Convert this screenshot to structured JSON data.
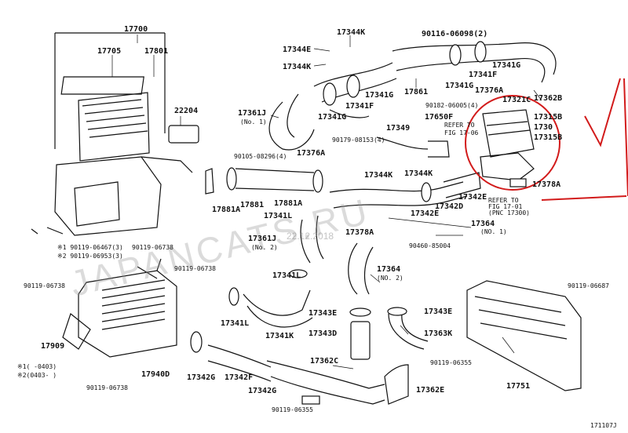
{
  "labels": {
    "p17700": "17700",
    "p17705": "17705",
    "p17801": "17801",
    "p22204": "22204",
    "p17344k_top": "17344K",
    "p17344e": "17344E",
    "p17344k_left": "17344K",
    "p90116": "90116-06098(2)",
    "p17341g_top": "17341G",
    "p17341f_top": "17341F",
    "p17861": "17861",
    "p17341g_mid": "17341G",
    "p17376a_top": "17376A",
    "p17362b": "17362B",
    "p17361j_no1": "17361J",
    "no1_a": "(No. 1)",
    "p17341g_left": "17341G",
    "p17341f_mid": "17341F",
    "p90182": "90182-06005(4)",
    "p17321c": "17321C",
    "p17315b": "17315B",
    "p1730x": "1730",
    "p17315b_2": "17315B",
    "refer_a1": "REFER TO",
    "refer_a2": "FIG 17-06",
    "p17650f": "17650F",
    "p17349": "17349",
    "p90179": "90179-08153(4)",
    "p90105": "90105-08296(4)",
    "p17376a_mid": "17376A",
    "p17344k_mid": "17344K",
    "p17344k_mid2": "17344K",
    "p17378a_right": "17378A",
    "refer_b1": "REFER TO",
    "refer_b2": "FIG 17-01",
    "pnc": "(PNC 17300)",
    "p17342e_top": "17342E",
    "p17342d": "17342D",
    "p17342e_mid": "17342E",
    "p17881a_left": "17881A",
    "p17881": "17881",
    "p17881a_right": "17881A",
    "p17341l_top": "17341L",
    "p17364_no1": "17364",
    "no1_b": "(NO. 1)",
    "p17378a_mid": "17378A",
    "p17361j_no2": "17361J",
    "no2_a": "(No. 2)",
    "date_wm": "22.12.2018",
    "p90460": "90460-85004",
    "p90119_06467": "※1 90119-06467(3)",
    "p90119_06953": "※2 90119-06953(3)",
    "p90119_06738_a": "90119-06738",
    "p90119_06738_b": "90119-06738",
    "p90119_06738_c": "90119-06738",
    "p90119_06738_d": "90119-06738",
    "p17341l_mid": "17341L",
    "p17364_no2": "17364",
    "no2_b": "(NO. 2)",
    "p90119_06687": "90119-06687",
    "p17909": "17909",
    "p17341l_low": "17341L",
    "p17341k": "17341K",
    "p17343e_left": "17343E",
    "p17343e_right": "17343E",
    "p17343d": "17343D",
    "p17363k": "17363K",
    "p17940d": "17940D",
    "p17342g_a": "17342G",
    "p17342f": "17342F",
    "p17342g_b": "17342G",
    "p17362c": "17362C",
    "p90119_06355_a": "90119-06355",
    "p17362e_low": "17362E",
    "p90119_06355_b": "90119-06355",
    "p17751": "17751",
    "note1": "※1(     -0403)",
    "note2": "※2(0403-     )",
    "fig_id": "171107J",
    "watermark": "JAPANCATS.RU"
  },
  "colors": {
    "line": "#111111",
    "annotation": "#d21b1b",
    "watermark": "#9a9a9a"
  }
}
